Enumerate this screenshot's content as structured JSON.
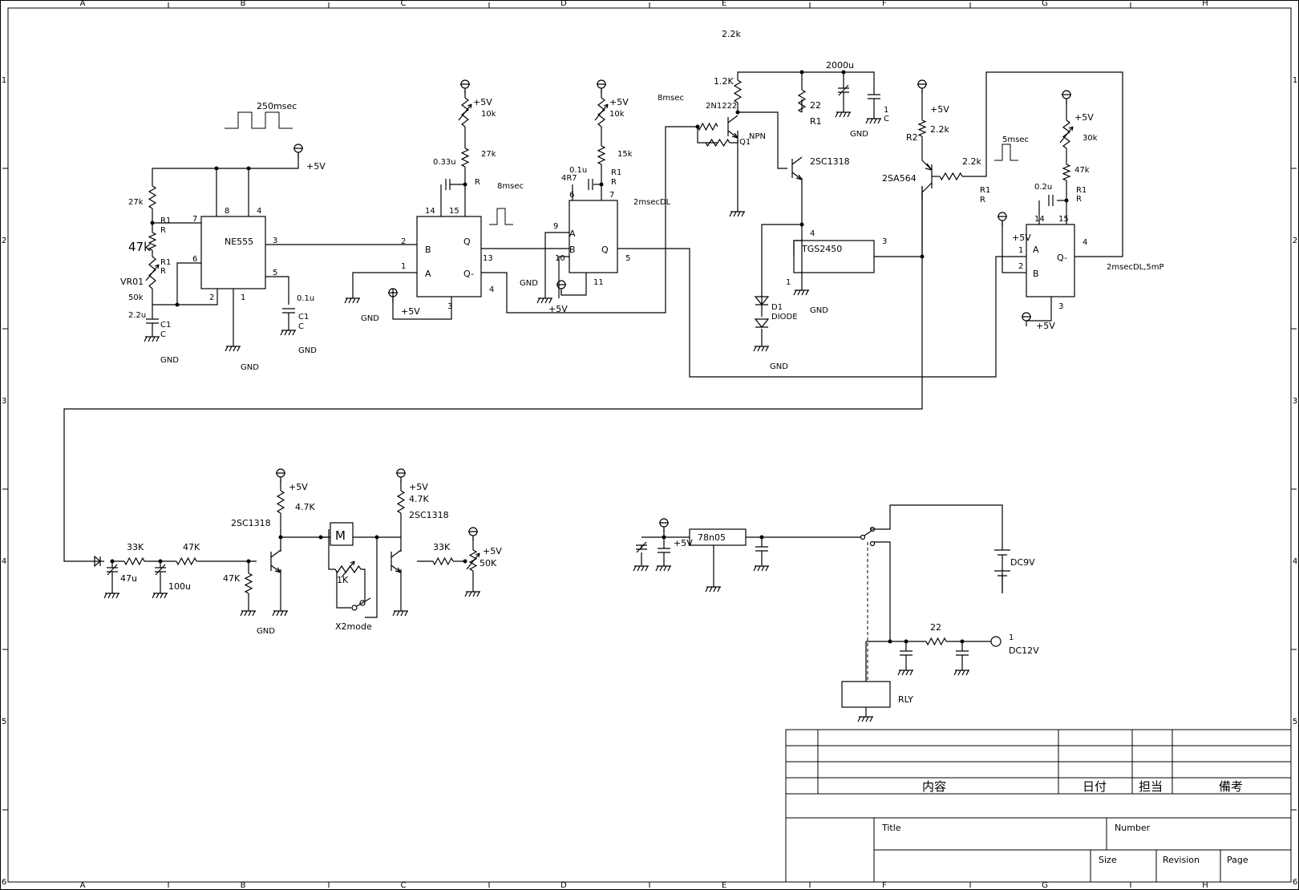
{
  "border": {
    "columns": [
      "A",
      "B",
      "C",
      "D",
      "E",
      "F",
      "G",
      "H"
    ],
    "rows": [
      "1",
      "2",
      "3",
      "4",
      "5",
      "6"
    ]
  },
  "labels": {
    "t_2_2k_top": "2.2k",
    "t_250ms": "250msec",
    "t_5v_ne555": "+5V",
    "t_27k_a": "27k",
    "t_r1_a": "R1",
    "t_r_a": "R",
    "t_47k_a": "47k",
    "t_r1_b": "R1",
    "t_r_b": "R",
    "t_vr01": "VR01",
    "t_50k_a": "50k",
    "t_2_2u": "2.2u",
    "t_c1_a": "C1",
    "t_c_a": "C",
    "t_gnd_a": "GND",
    "t_ne555": "NE555",
    "t_p8": "8",
    "t_p4": "4",
    "t_p7": "7",
    "t_p6": "6",
    "t_p3": "3",
    "t_p5": "5",
    "t_p2": "2",
    "t_p1": "1",
    "t_gnd_b": "GND",
    "t_0_1u_a": "0.1u",
    "t_c1_b": "C1",
    "t_c_b": "C",
    "t_gnd_c": "GND",
    "t_5v_b": "+5V",
    "t_10k_a": "10k",
    "t_27k_b": "27k",
    "t_0_33u": "0.33u",
    "t_r_c": "R",
    "t_8ms_a": "8msec",
    "t_u1_14": "14",
    "t_u1_15": "15",
    "t_u1_2": "2",
    "t_u1_1": "1",
    "t_u1_b": "B",
    "t_u1_a": "A",
    "t_u1_q": "Q",
    "t_u1_qn": "Q-",
    "t_u1_13": "13",
    "t_u1_4": "4",
    "t_u1_3": "3",
    "t_gnd_d": "GND",
    "t_5v_c": "+5V",
    "t_5v_d": "+5V",
    "t_10k_b": "10k",
    "t_15k": "15k",
    "t_0_1u_b": "0.1u",
    "t_4r7": "4R7",
    "t_r1_c": "R1",
    "t_r_d": "R",
    "t_u2_6": "6",
    "t_u2_7": "7",
    "t_u2_9": "9",
    "t_u2_10": "10",
    "t_u2_11": "11",
    "t_u2_5": "5",
    "t_u2_a": "A",
    "t_u2_b": "B",
    "t_u2_q": "Q",
    "t_gnd_e": "GND",
    "t_2msdl": "2msecDL",
    "t_5v_e": "+5V",
    "t_8ms_b": "8msec",
    "t_1_2k": "1.2K",
    "t_2n1222": "2N1222",
    "t_npn": "NPN",
    "t_q1": "Q1",
    "t_2000u": "2000u",
    "t_22_a": "22",
    "t_r1_d": "R1",
    "t_1_a": "1",
    "t_c_c": "C",
    "t_gnd_f": "GND",
    "t_2sc1318_a": "2SC1318",
    "t_tgs": "TGS2450",
    "t_tgs4": "4",
    "t_tgs3": "3",
    "t_tgs1": "1",
    "t_gnd_g": "GND",
    "t_d1": "D1",
    "t_diode": "DIODE",
    "t_gnd_h": "GND",
    "t_5v_f": "+5V",
    "t_2_2k_b": "2.2k",
    "t_r2": "R2",
    "t_2sa564": "2SA564",
    "t_2_2k_c": "2.2k",
    "t_r1_e": "R1",
    "t_r_e": "R",
    "t_5ms": "5msec",
    "t_5v_g": "+5V",
    "t_30k": "30k",
    "t_47k_b": "47k",
    "t_0_2u": "0.2u",
    "t_r1_f": "R1",
    "t_r_f": "R",
    "t_u3_14": "14",
    "t_u3_15": "15",
    "t_u3_1": "1",
    "t_u3_2": "2",
    "t_u3_a": "A",
    "t_u3_b": "B",
    "t_u3_qn": "Q-",
    "t_u3_4": "4",
    "t_u3_3": "3",
    "t_5v_h": "+5V",
    "t_5v_i": "+5V",
    "t_2msdl5mp": "2msecDL,5mP",
    "t_33k_a": "33K",
    "t_47k_c": "47K",
    "t_47u": "47u",
    "t_100u": "100u",
    "t_47k_d": "47K",
    "t_2sc1318_b": "2SC1318",
    "t_5v_j": "+5V",
    "t_4_7k_a": "4.7K",
    "t_gnd_i": "GND",
    "t_m": "M",
    "t_1k": "1K",
    "t_x2mode": "X2mode",
    "t_5v_k": "+5V",
    "t_4_7k_b": "4.7K",
    "t_2sc1318_c": "2SC1318",
    "t_33k_b": "33K",
    "t_5v_l": "+5V",
    "t_50k_b": "50K",
    "t_5v_m": "+5V",
    "t_78n05": "78n05",
    "t_dc9v": "DC9V",
    "t_22_b": "22",
    "t_dc12v_1": "1",
    "t_dc12v": "DC12V",
    "t_rly": "RLY"
  },
  "title_block": {
    "naiyou": "内容",
    "hiduke": "日付",
    "tantou": "担当",
    "bikou": "備考",
    "title": "Title",
    "number": "Number",
    "size": "Size",
    "revision": "Revision",
    "page": "Page"
  }
}
